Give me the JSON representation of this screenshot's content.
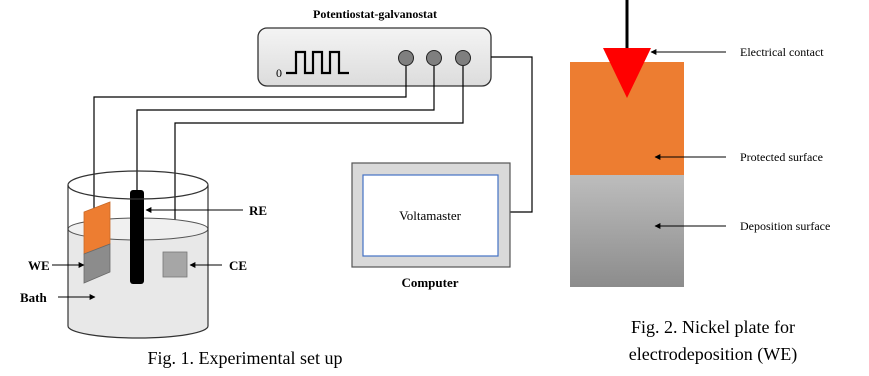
{
  "setup": {
    "instrument_label": "Potentiostat-galvanostat",
    "pulse_zero": "0",
    "re_label": "RE",
    "we_label": "WE",
    "ce_label": "CE",
    "bath_label": "Bath",
    "software_label": "Voltamaster",
    "computer_label": "Computer",
    "caption": "Fig. 1. Experimental set up"
  },
  "plate": {
    "electrical_contact": "Electrical contact",
    "protected_surface": "Protected surface",
    "deposition_surface": "Deposition surface",
    "caption_line1": "Fig. 2. Nickel plate for",
    "caption_line2": "electrodeposition (WE)"
  },
  "colors": {
    "copper_orange": "#ED7D31",
    "gray_metal": "#A0A0A0",
    "contact_red": "#FF0000",
    "screen_border": "#4472C4"
  }
}
